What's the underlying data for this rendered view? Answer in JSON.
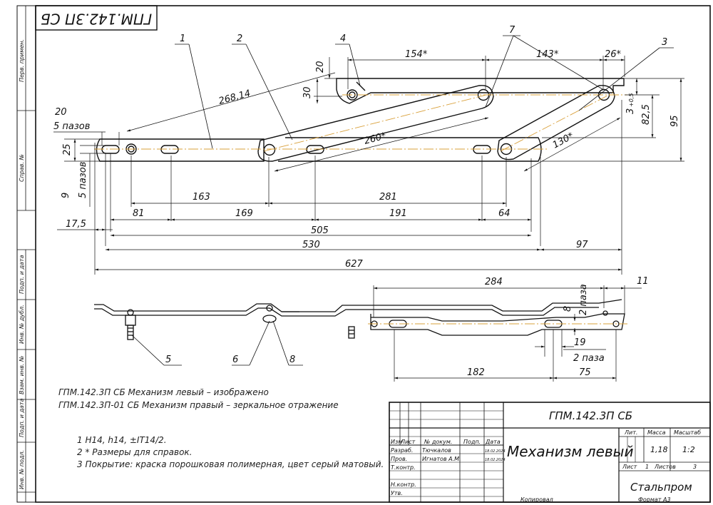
{
  "stamp_rotated": "ГПМ.142.3П СБ",
  "side_labels": [
    "Перв. примен.",
    "Справ. №",
    "Подп. и дата",
    "Инв. № дубл.",
    "Взам. инв. №",
    "Подп. и дата",
    "Инв. № подл."
  ],
  "callouts": [
    "1",
    "2",
    "3",
    "4",
    "5",
    "6",
    "7",
    "8"
  ],
  "dimensions": {
    "d20_top": "20",
    "d30": "30",
    "d154": "154*",
    "d143": "143*",
    "d26": "26*",
    "d268": "268,14",
    "d20_left": "20",
    "d5pazov_top": "5 пазов",
    "d25": "25",
    "d260": "260*",
    "d130": "130*",
    "d3": "3",
    "d3_tol": "+0,5",
    "d825": "82,5",
    "d95": "95",
    "d9": "9",
    "d5pazov_left": "5 пазов",
    "d163": "163",
    "d281": "281",
    "d81": "81",
    "d169": "169",
    "d191": "191",
    "d64": "64",
    "d175": "17,5",
    "d505": "505",
    "d530": "530",
    "d97": "97",
    "d627": "627",
    "d284": "284",
    "d11": "11",
    "d8": "8",
    "d2paza_top": "2 паза",
    "d19": "19",
    "d2paza_bot": "2 паза",
    "d182": "182",
    "d75": "75"
  },
  "notes": {
    "line1": "ГПМ.142.3П СБ Механизм левый – изображено",
    "line2": "ГПМ.142.3П-01 СБ Механизм правый – зеркальное отражение",
    "tech1": "1 H14, h14, ±IT14/2.",
    "tech2": "2 * Размеры для справок.",
    "tech3": "3 Покрытие: краска порошковая полимерная, цвет серый матовый."
  },
  "title_block": {
    "designation": "ГПМ.142.3П СБ",
    "name": "Механизм левый",
    "company": "Стальпром",
    "h_izm": "Изм",
    "h_list": "Лист",
    "h_doc": "№ докум.",
    "h_podp": "Подп.",
    "h_data": "Дата",
    "r_razrab": "Разраб.",
    "r_prov": "Пров.",
    "r_tkontr": "Т.контр.",
    "r_nkontr": "Н.контр.",
    "r_utv": "Утв.",
    "razrab_name": "Тючкалов",
    "prov_name": "Игнатов А.М.",
    "date1": "18.02.2024",
    "date2": "18.02.2024",
    "lit": "Лит.",
    "massa": "Масса",
    "masshtab": "Масштаб",
    "massa_val": "1,18",
    "scale_val": "1:2",
    "list_label": "Лист",
    "list_val": "1",
    "listov_label": "Листов",
    "listov_val": "3",
    "kopiroval": "Копировал",
    "format": "Формат",
    "format_val": "А3"
  },
  "colors": {
    "line": "#111111",
    "axis": "#d9a03a"
  }
}
